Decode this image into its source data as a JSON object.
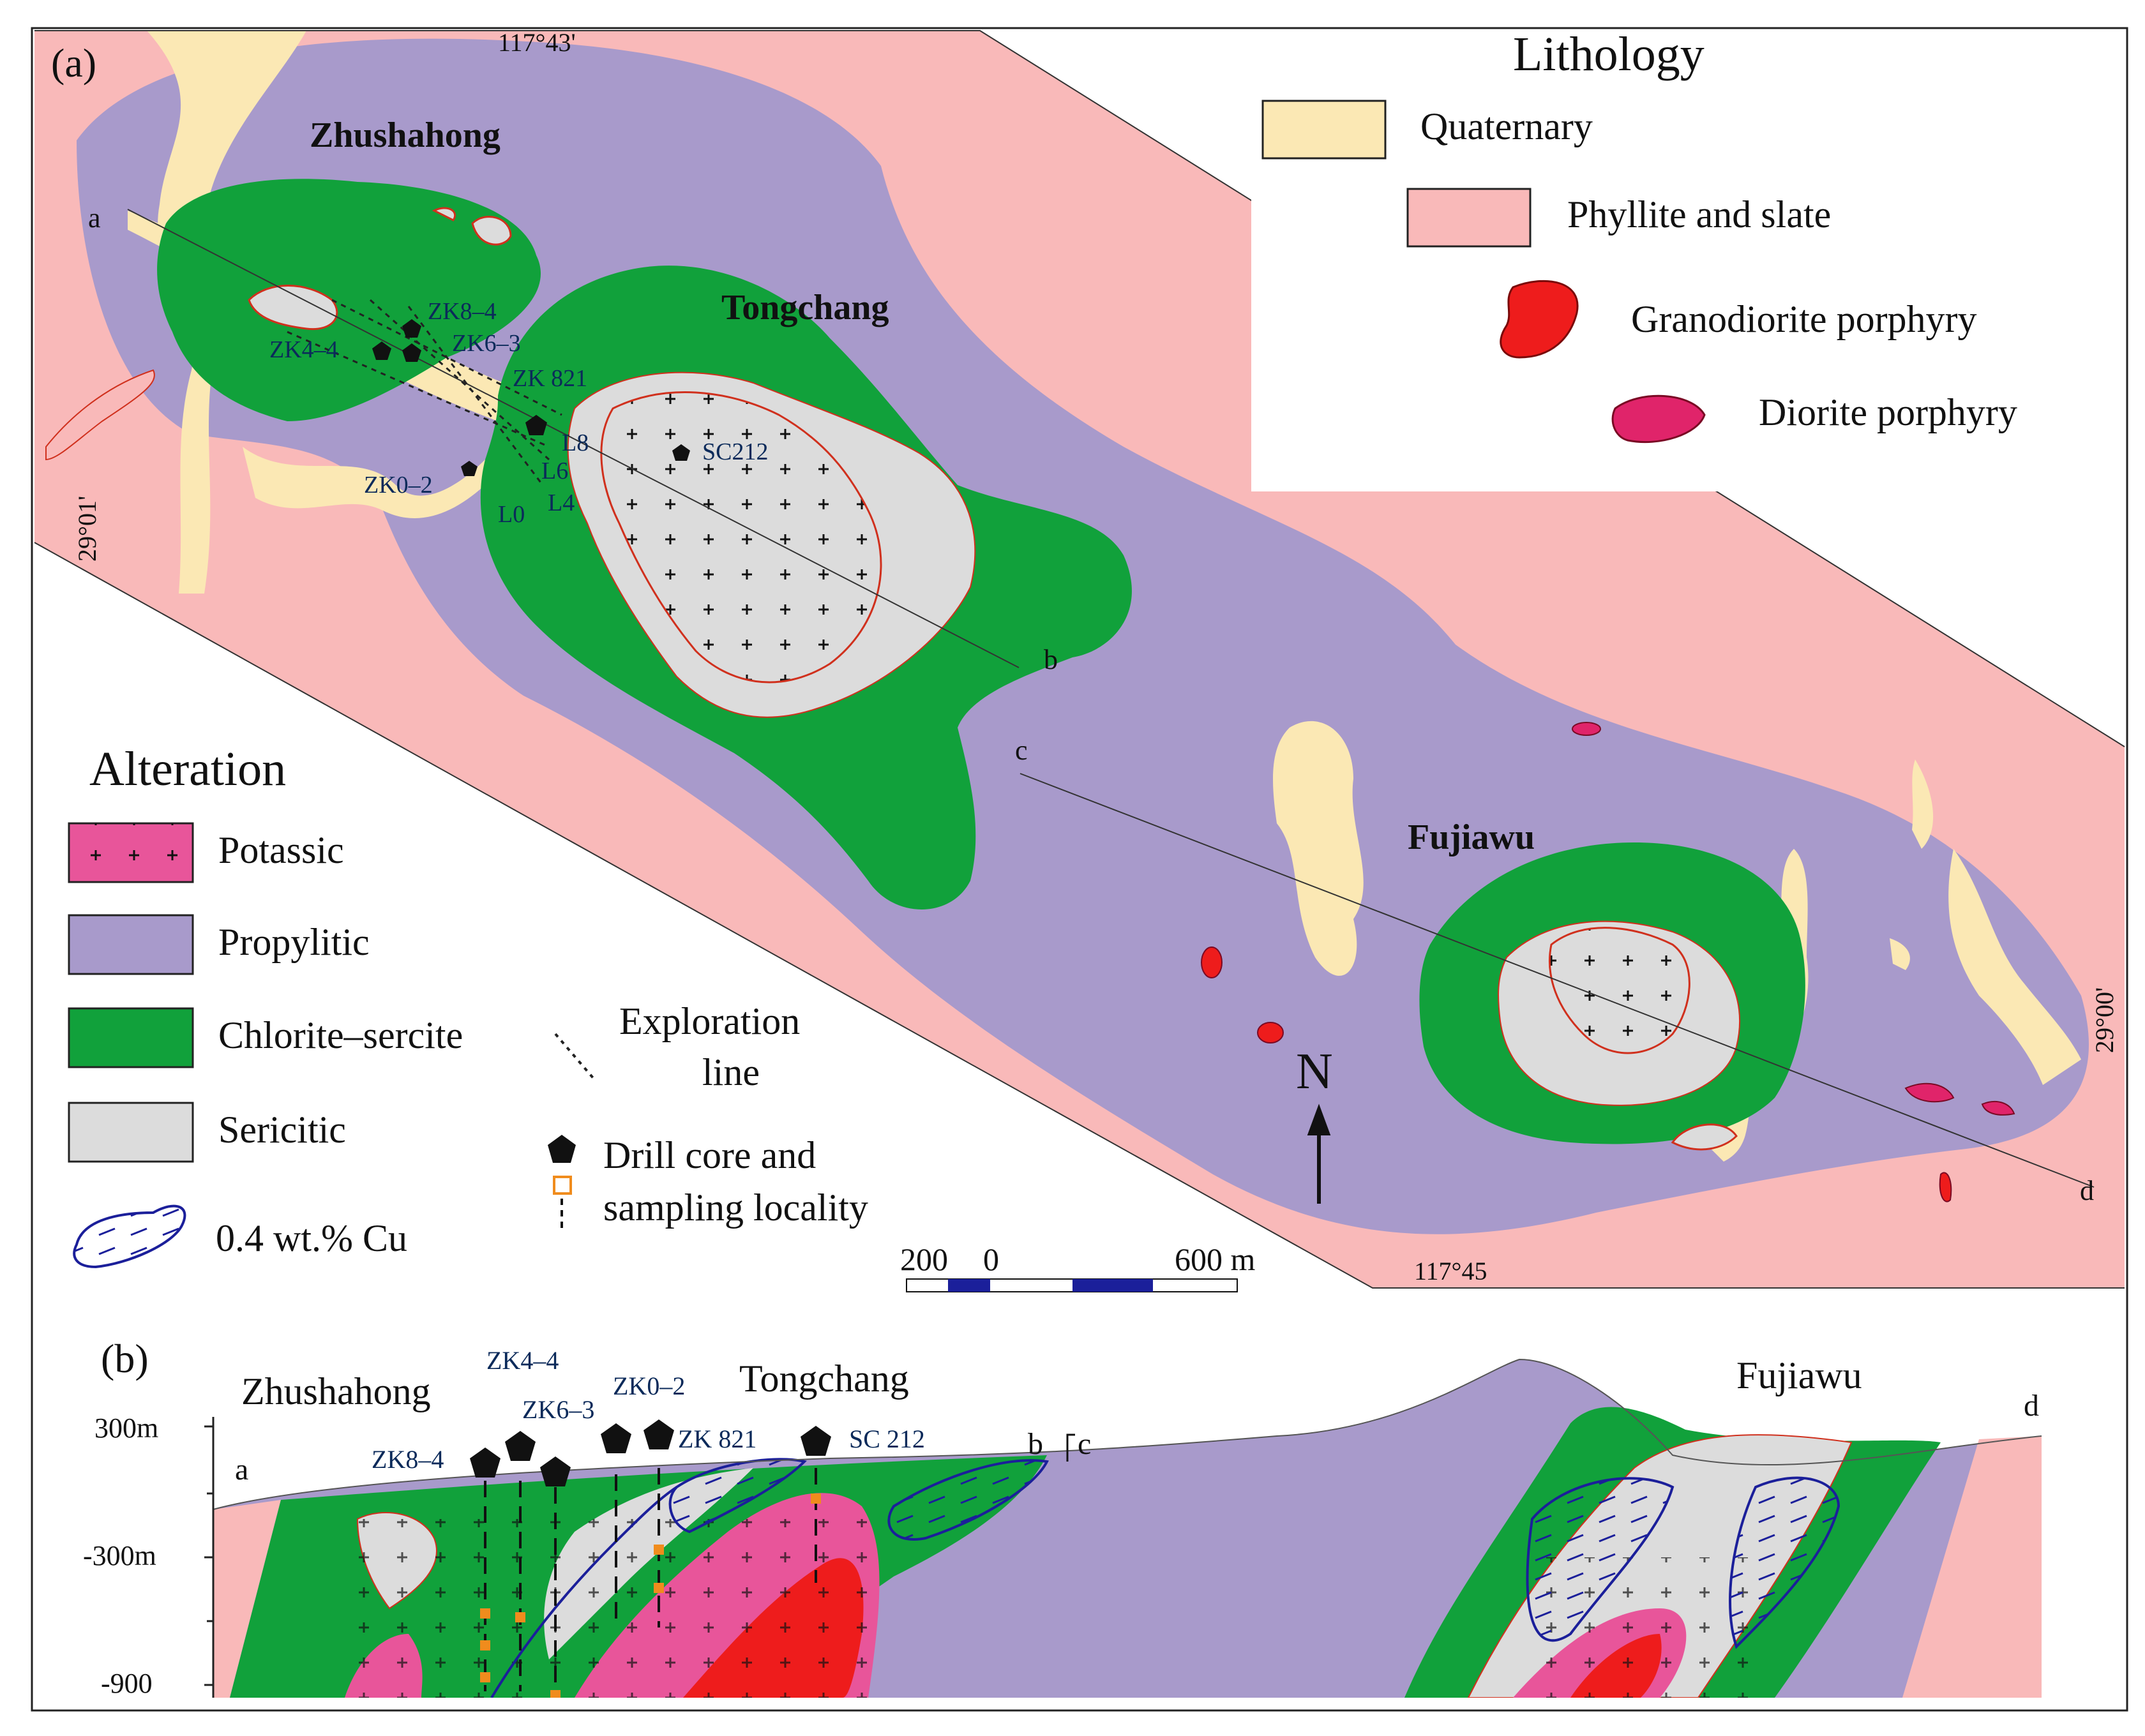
{
  "panel_a": {
    "label": "(a)",
    "coords": {
      "top_lon": "117°43'",
      "bottom_lon": "117°45",
      "left_lat": "29°01'",
      "right_lat": "29°00'"
    },
    "localities": {
      "zhushahong": "Zhushahong",
      "tongchang": "Tongchang",
      "fujiawu": "Fujiawu"
    },
    "line_ends": {
      "a": "a",
      "b": "b",
      "c": "c",
      "d": "d"
    },
    "drills": [
      "ZK8–4",
      "ZK4–4",
      "ZK6–3",
      "ZK 821",
      "SC212",
      "ZK0–2"
    ],
    "exploration_lines": [
      "L8",
      "L6",
      "L4",
      "L0"
    ],
    "lithology_title": "Lithology",
    "lithology": [
      {
        "label": "Quaternary",
        "color": "#fbe8b4"
      },
      {
        "label": "Phyllite and slate",
        "color": "#f9b9b9"
      },
      {
        "label": "Granodiorite porphyry",
        "color": "#ee1c1c"
      },
      {
        "label": "Diorite porphyry",
        "color": "#e0246a"
      }
    ],
    "alteration_title": "Alteration",
    "alteration": [
      {
        "label": "Potassic",
        "color": "#e8559a",
        "icon": "cross-pattern"
      },
      {
        "label": "Propylitic",
        "color": "#a89acb"
      },
      {
        "label": "Chlorite–sercite",
        "color": "#11a13b"
      },
      {
        "label": "Sericitic",
        "color": "#dcdcdc"
      }
    ],
    "cu_label": "0.4 wt.% Cu",
    "exploration_line_label": [
      "Exploration",
      "line"
    ],
    "drill_label": [
      "Drill core and",
      "sampling locality"
    ],
    "north": "N",
    "scale": {
      "left": "200",
      "zero": "0",
      "right": "600 m"
    }
  },
  "panel_b": {
    "label": "(b)",
    "localities": {
      "zhushahong": "Zhushahong",
      "tongchang": "Tongchang",
      "fujiawu": "Fujiawu"
    },
    "ends": {
      "a": "a",
      "b": "b",
      "c": "c",
      "d": "d"
    },
    "depth_ticks": [
      "300m",
      "-300m",
      "-900"
    ],
    "drills": [
      "ZK8–4",
      "ZK4–4",
      "ZK6–3",
      "ZK0–2",
      "ZK 821",
      "SC 212"
    ]
  }
}
